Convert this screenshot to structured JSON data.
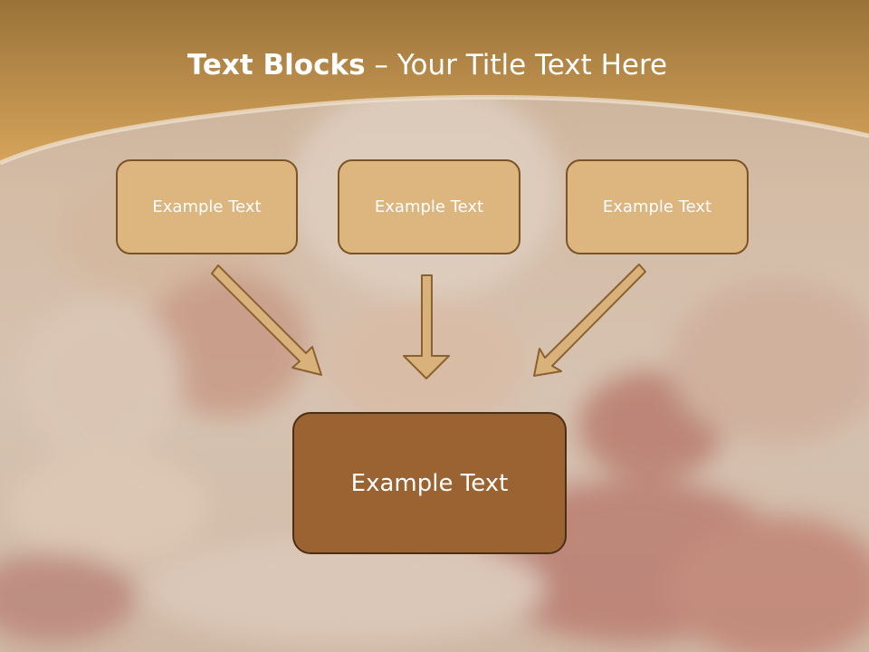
{
  "title": {
    "bold": "Text Blocks",
    "dash": "–",
    "rest": "Your Title Text Here"
  },
  "blocks": [
    {
      "label": "Example Text"
    },
    {
      "label": "Example Text"
    },
    {
      "label": "Example Text"
    }
  ],
  "main_block": {
    "label": "Example Text"
  },
  "colors": {
    "header": "#c89a55",
    "box_fill": "#dcb57f",
    "box_border": "#7a5426",
    "main_fill": "#9a6331",
    "arrow_fill": "#d9b27b",
    "arrow_stroke": "#8a6230"
  }
}
